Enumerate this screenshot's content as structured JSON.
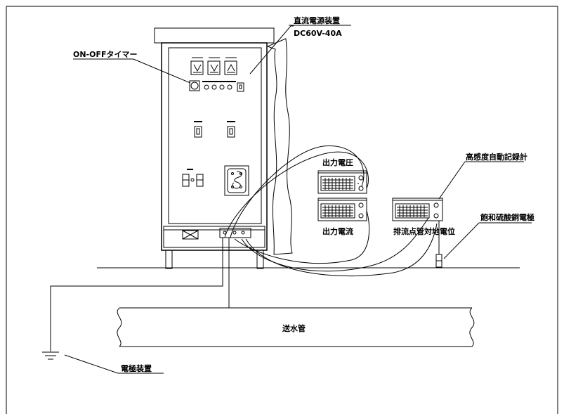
{
  "labels": {
    "power_unit": "直流電源装置",
    "power_spec": "DC60V-40A",
    "timer": "ON-OFFタイマー",
    "output_voltage": "出力電圧",
    "output_current": "出力電流",
    "recorder": "高感度自動記録計",
    "reference_electrode": "飽和硫酸銅電極",
    "pipe_potential": "排流点管対地電位",
    "water_pipe": "送水管",
    "electrode_device": "電極装置"
  }
}
